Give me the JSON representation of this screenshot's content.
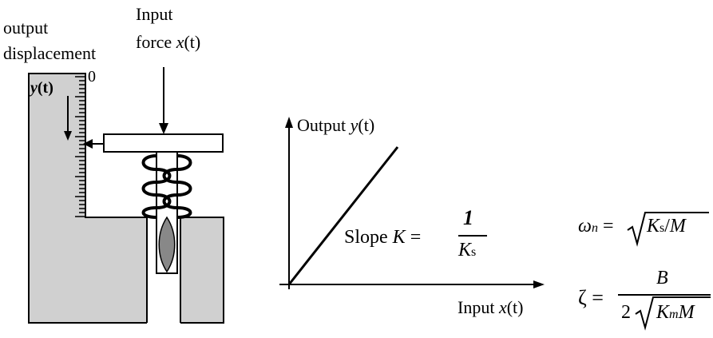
{
  "labels": {
    "output_line1": "output",
    "output_line2": "displacement",
    "input_line1": "Input",
    "input_line2_prefix": "force ",
    "input_var": "x",
    "input_arg": "(t)",
    "scale_zero": "0",
    "y_var": "y",
    "y_arg": "(t)",
    "graph_y_prefix": "Output ",
    "graph_y_var": "y",
    "graph_y_arg": "(t)",
    "graph_x_prefix": "Input ",
    "graph_x_var": "x",
    "graph_x_arg": "(t)",
    "slope_prefix": "Slope ",
    "slope_var": "K",
    "slope_eq": " = ",
    "slope_num": "1",
    "slope_den_var": "K",
    "slope_den_sub": "s"
  },
  "formulas": {
    "omega_sym": "ω",
    "omega_sub": "n",
    "omega_eq": " = ",
    "omega_K": "K",
    "omega_Ksub": "s",
    "omega_slash": "/",
    "omega_M": "M",
    "zeta_sym": "ζ",
    "zeta_eq": " = ",
    "zeta_num": "B",
    "zeta_two": "2",
    "zeta_K": "K",
    "zeta_Ksub": "m",
    "zeta_M": "M"
  },
  "colors": {
    "fill": "#d0d0d0",
    "stroke": "#000000"
  }
}
